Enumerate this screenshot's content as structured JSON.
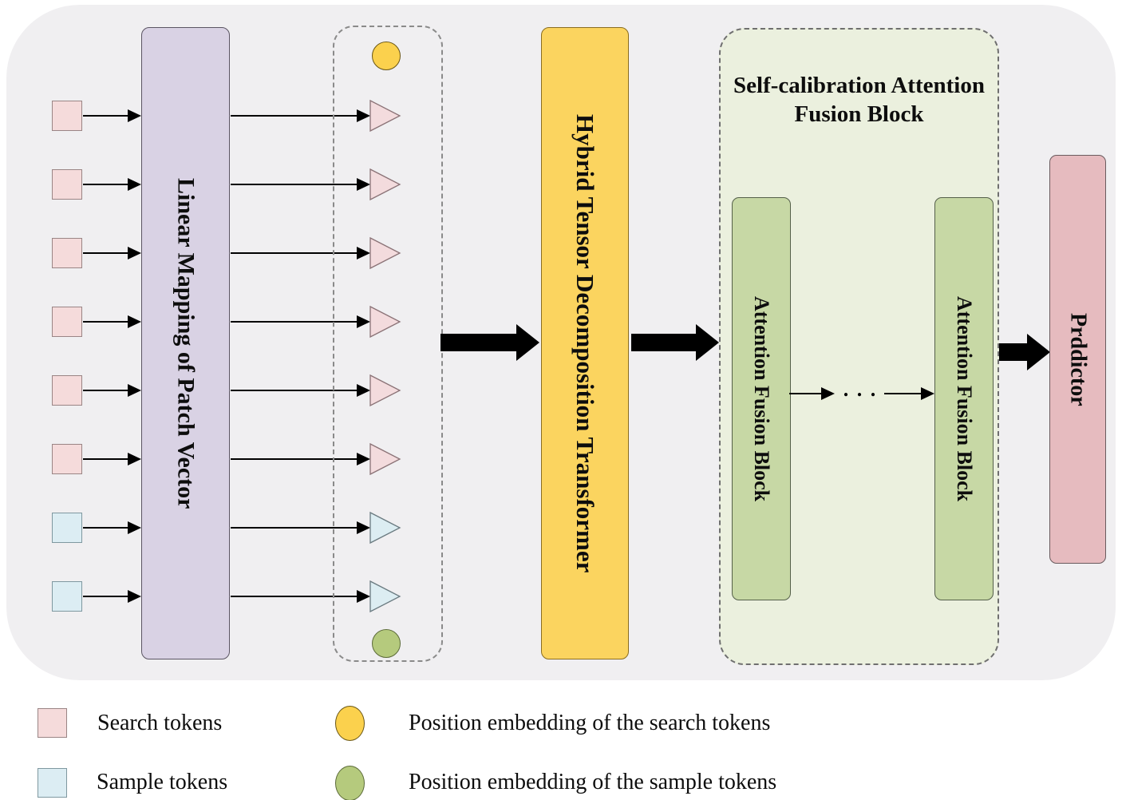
{
  "diagram": {
    "blocks": {
      "linear_mapping": "Linear Mapping of Patch Vector",
      "transformer": "Hybrid Tensor Decomposition Transformer",
      "attention_fusion_1": "Attention Fusion Block",
      "attention_fusion_2": "Attention Fusion Block",
      "predictor": "Prddictor"
    },
    "self_calibration": {
      "title_line1": "Self-calibration Attention",
      "title_line2": "Fusion Block"
    },
    "ellipsis": ". . .",
    "token_rows": [
      "search",
      "search",
      "search",
      "search",
      "search",
      "search",
      "sample",
      "sample"
    ]
  },
  "legend": {
    "items": [
      {
        "swatch": "search-token-square",
        "label": "Search tokens"
      },
      {
        "swatch": "sample-token-square",
        "label": "Sample tokens"
      },
      {
        "swatch": "search-position-embedding-circle",
        "label": "Position embedding of the search tokens"
      },
      {
        "swatch": "sample-position-embedding-circle",
        "label": "Position embedding of the sample tokens"
      }
    ]
  },
  "colors": {
    "search_token_fill": "#f5dbdb",
    "search_token_stroke": "#9a8585",
    "sample_token_fill": "#dcedf3",
    "sample_token_stroke": "#7f98a0",
    "search_triangle_fill": "#f3dbdd",
    "search_triangle_stroke": "#8a7276",
    "sample_triangle_fill": "#dcedf2",
    "sample_triangle_stroke": "#6a7a80",
    "search_pos_fill": "#fbd14d",
    "sample_pos_fill": "#b5ca7d",
    "linear_mapping_fill": "#d9d2e4",
    "transformer_fill": "#fbd45f",
    "fusion_container_fill": "#ebf0de",
    "fusion_block_fill": "#c7d8a5",
    "predictor_fill": "#e6bbbf",
    "arrow": "#000000",
    "panel_background": "#f0eff1"
  }
}
